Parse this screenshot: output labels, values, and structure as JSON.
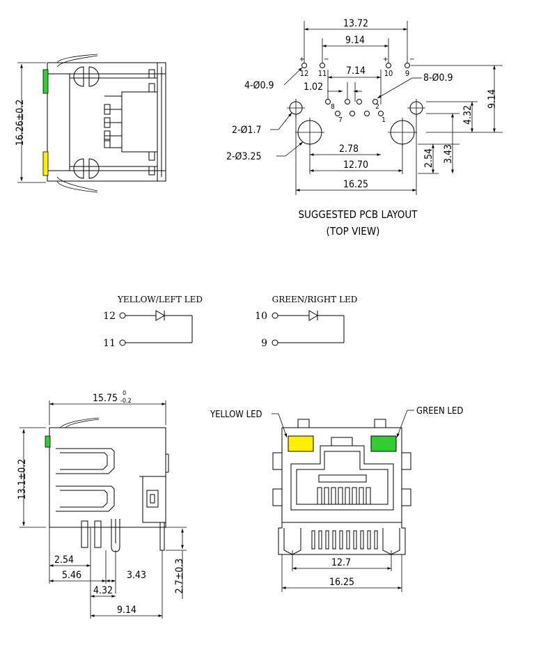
{
  "colors": {
    "led_green": "#33cc33",
    "led_yellow": "#ffee00",
    "line": "#000000"
  },
  "top_side_view": {
    "height_dim": "16.26±0.2"
  },
  "pcb_layout": {
    "dims": {
      "overall": "13.72",
      "led_pin_pitch": "9.14",
      "signal_width": "7.14",
      "pin_pitch": "1.02",
      "hole_small_spacing": "2.78",
      "hole_spacing": "12.70",
      "body_width": "16.25",
      "total_height": "9.14",
      "row_offset": "4.32",
      "row_offset_2": "3.43",
      "pitch_254": "2.54"
    },
    "callouts": {
      "led_holes": "4-Ø0.9",
      "signal_holes": "8-Ø0.9",
      "small_holes": "2-Ø1.7",
      "big_holes": "2-Ø3.25"
    },
    "pins": {
      "p12": "12",
      "p11": "11",
      "p10": "10",
      "p9": "9",
      "p8": "8",
      "p7": "7",
      "p2": "2",
      "p1": "1",
      "plus": "+",
      "minus": "−"
    },
    "caption_line1": "SUGGESTED PCB LAYOUT",
    "caption_line2": "(TOP VIEW)"
  },
  "led_schematic": {
    "yellow": {
      "label": "YELLOW/LEFT LED",
      "pin_a": "12",
      "pin_k": "11"
    },
    "green": {
      "label": "GREEN/RIGHT LED",
      "pin_a": "10",
      "pin_k": "9"
    }
  },
  "side_view": {
    "width_main": "15.75",
    "tol_upper": "0",
    "tol_lower": "-0.2",
    "height_dim": "13.1±0.2",
    "pin_height": "2.7±0.3",
    "d254": "2.54",
    "d546": "5.46",
    "d343": "3.43",
    "d432": "4.32",
    "d914": "9.14"
  },
  "front_view": {
    "yellow_led_label": "YELLOW LED",
    "green_led_label": "GREEN LED",
    "d127": "12.7",
    "d1625": "16.25"
  }
}
